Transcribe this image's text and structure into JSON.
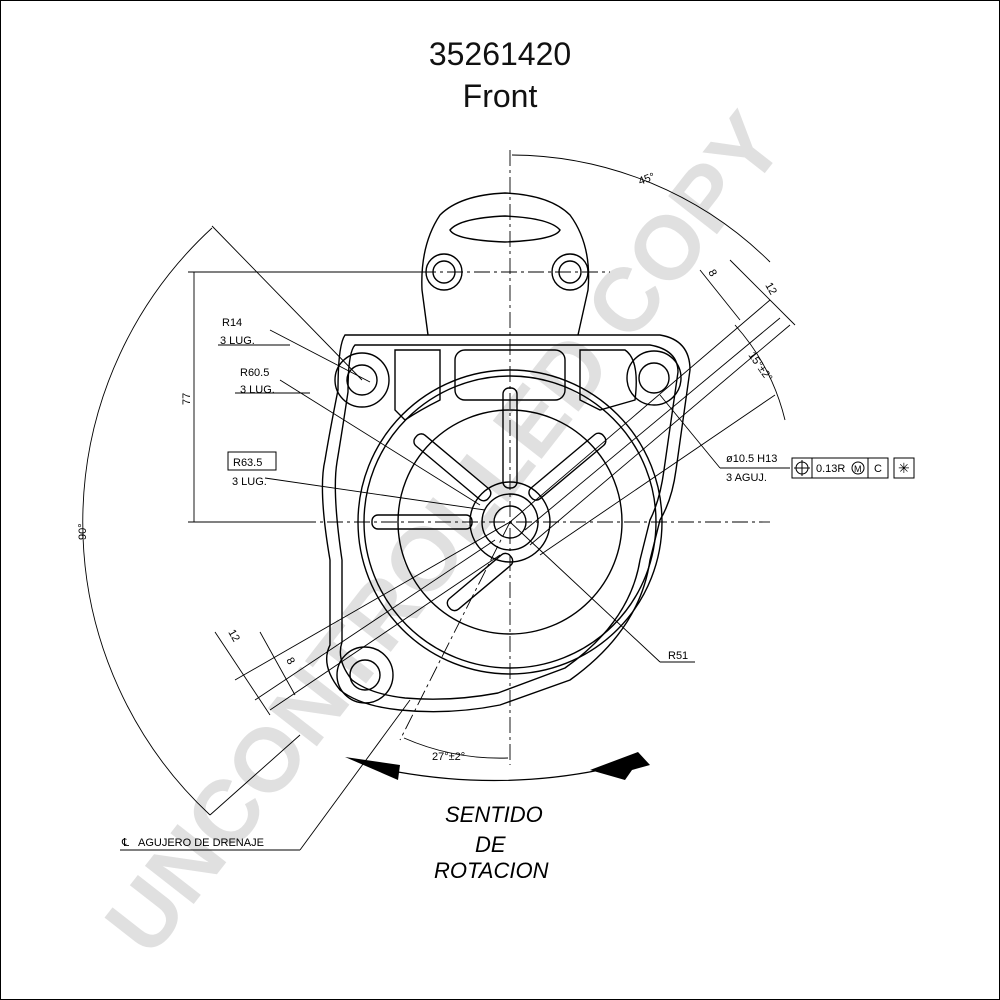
{
  "title": {
    "part_number": "35261420",
    "view": "Front"
  },
  "dimensions": {
    "angle_top": "45°",
    "width_8_top": "8",
    "width_12_top": "12",
    "angle_15": "15°±2°",
    "height_77": "77",
    "angle_90": "90°",
    "width_12_bottom": "12",
    "width_8_bottom": "8",
    "angle_27": "27°±2°"
  },
  "callouts": {
    "r14": "R14",
    "r14_note": "3 LUG.",
    "r60": "R60.5",
    "r60_note": "3 LUG.",
    "r63": "R63.5",
    "r63_note": "3 LUG.",
    "hole": "ø10.5 H13",
    "hole_note": "3 AGUJ.",
    "tol_value": "0.13R",
    "tol_modifier": "M",
    "tol_datum": "C",
    "r51": "R51",
    "drain": "AGUJERO DE DRENAJE",
    "drain_prefix": "℄"
  },
  "rotation": {
    "line1": "SENTIDO",
    "line2": "DE",
    "line3": "ROTACION"
  },
  "watermark": "UNCONTROLLED COPY",
  "colors": {
    "ink": "#000000",
    "watermark": "#c8c8c8"
  }
}
